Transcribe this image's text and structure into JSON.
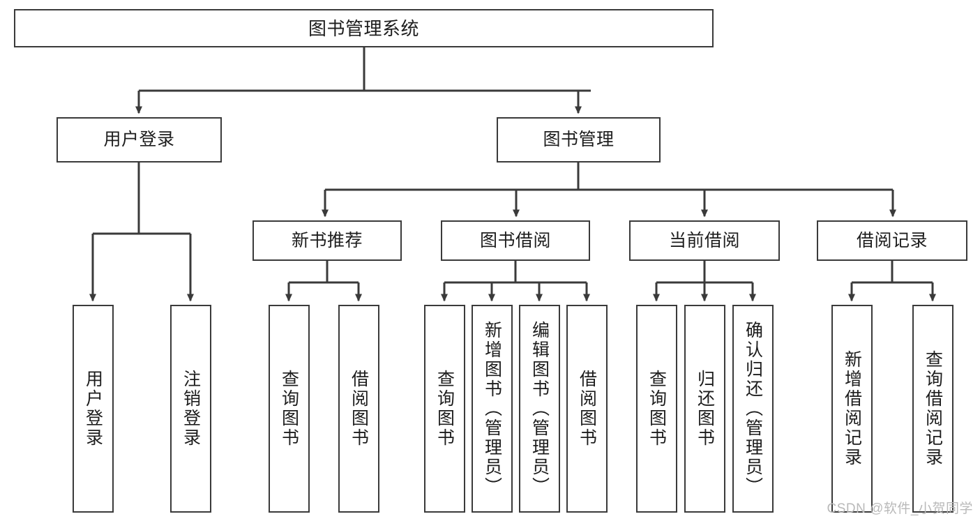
{
  "diagram": {
    "title": "图书管理系统",
    "type": "hierarchy-tree",
    "root": {
      "id": "root",
      "label": "图书管理系统",
      "orientation": "horizontal"
    },
    "level2": [
      {
        "id": "user-login",
        "label": "用户登录",
        "orientation": "horizontal"
      },
      {
        "id": "book-manage",
        "label": "图书管理",
        "orientation": "horizontal"
      }
    ],
    "level3": [
      {
        "id": "new-book-recommend",
        "label": "新书推荐",
        "orientation": "horizontal",
        "parent": "book-manage"
      },
      {
        "id": "book-borrow",
        "label": "图书借阅",
        "orientation": "horizontal",
        "parent": "book-manage"
      },
      {
        "id": "current-borrow",
        "label": "当前借阅",
        "orientation": "horizontal",
        "parent": "book-manage"
      },
      {
        "id": "borrow-record",
        "label": "借阅记录",
        "orientation": "horizontal",
        "parent": "book-manage"
      }
    ],
    "leaves": [
      {
        "id": "leaf-user-login",
        "label": "用户登录",
        "parent": "user-login"
      },
      {
        "id": "leaf-user-logout",
        "label": "注销登录",
        "parent": "user-login"
      },
      {
        "id": "leaf-rec-query-book",
        "label": "查询图书",
        "parent": "new-book-recommend"
      },
      {
        "id": "leaf-rec-borrow-book",
        "label": "借阅图书",
        "parent": "new-book-recommend"
      },
      {
        "id": "leaf-borrow-query-book",
        "label": "查询图书",
        "parent": "book-borrow"
      },
      {
        "id": "leaf-borrow-add-book",
        "label": "新增图书（管理员）",
        "parent": "book-borrow"
      },
      {
        "id": "leaf-borrow-edit-book",
        "label": "编辑图书（管理员）",
        "parent": "book-borrow"
      },
      {
        "id": "leaf-borrow-borrow-book",
        "label": "借阅图书",
        "parent": "book-borrow"
      },
      {
        "id": "leaf-cur-query-book",
        "label": "查询图书",
        "parent": "current-borrow"
      },
      {
        "id": "leaf-cur-return-book",
        "label": "归还图书",
        "parent": "current-borrow"
      },
      {
        "id": "leaf-cur-confirm-return",
        "label": "确认归还（管理员）",
        "parent": "current-borrow"
      },
      {
        "id": "leaf-rec-add-record",
        "label": "新增借阅记录",
        "parent": "borrow-record"
      },
      {
        "id": "leaf-rec-query-record",
        "label": "查询借阅记录",
        "parent": "borrow-record"
      }
    ],
    "watermark": "CSDN @软件_小贺同学",
    "colors": {
      "stroke": "#3a3a3a",
      "text": "#1d1d1d",
      "background": "#ffffff",
      "watermark": "#b9b9b9"
    }
  }
}
